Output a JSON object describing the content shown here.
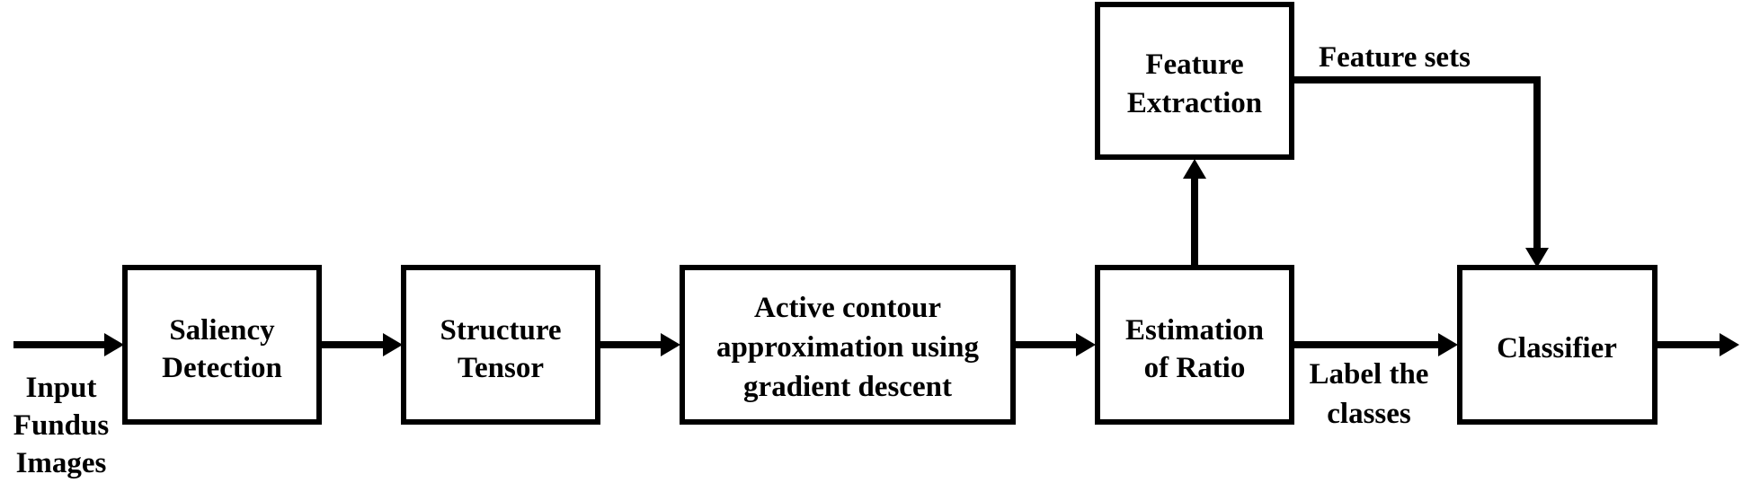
{
  "blocks": {
    "saliency": [
      "Saliency",
      "Detection"
    ],
    "structure": [
      "Structure",
      "Tensor"
    ],
    "contour": [
      "Active contour",
      "approximation using",
      "gradient descent"
    ],
    "ratio": [
      "Estimation",
      "of Ratio"
    ],
    "feature": [
      "Feature",
      "Extraction"
    ],
    "classifier": [
      "Classifier"
    ]
  },
  "labels": {
    "input": [
      "Input",
      "Fundus",
      "Images"
    ],
    "feature_sets": "Feature sets",
    "label_classes": [
      "Label the",
      "classes"
    ]
  },
  "colors": {
    "stroke": "#000000",
    "background": "#ffffff"
  }
}
